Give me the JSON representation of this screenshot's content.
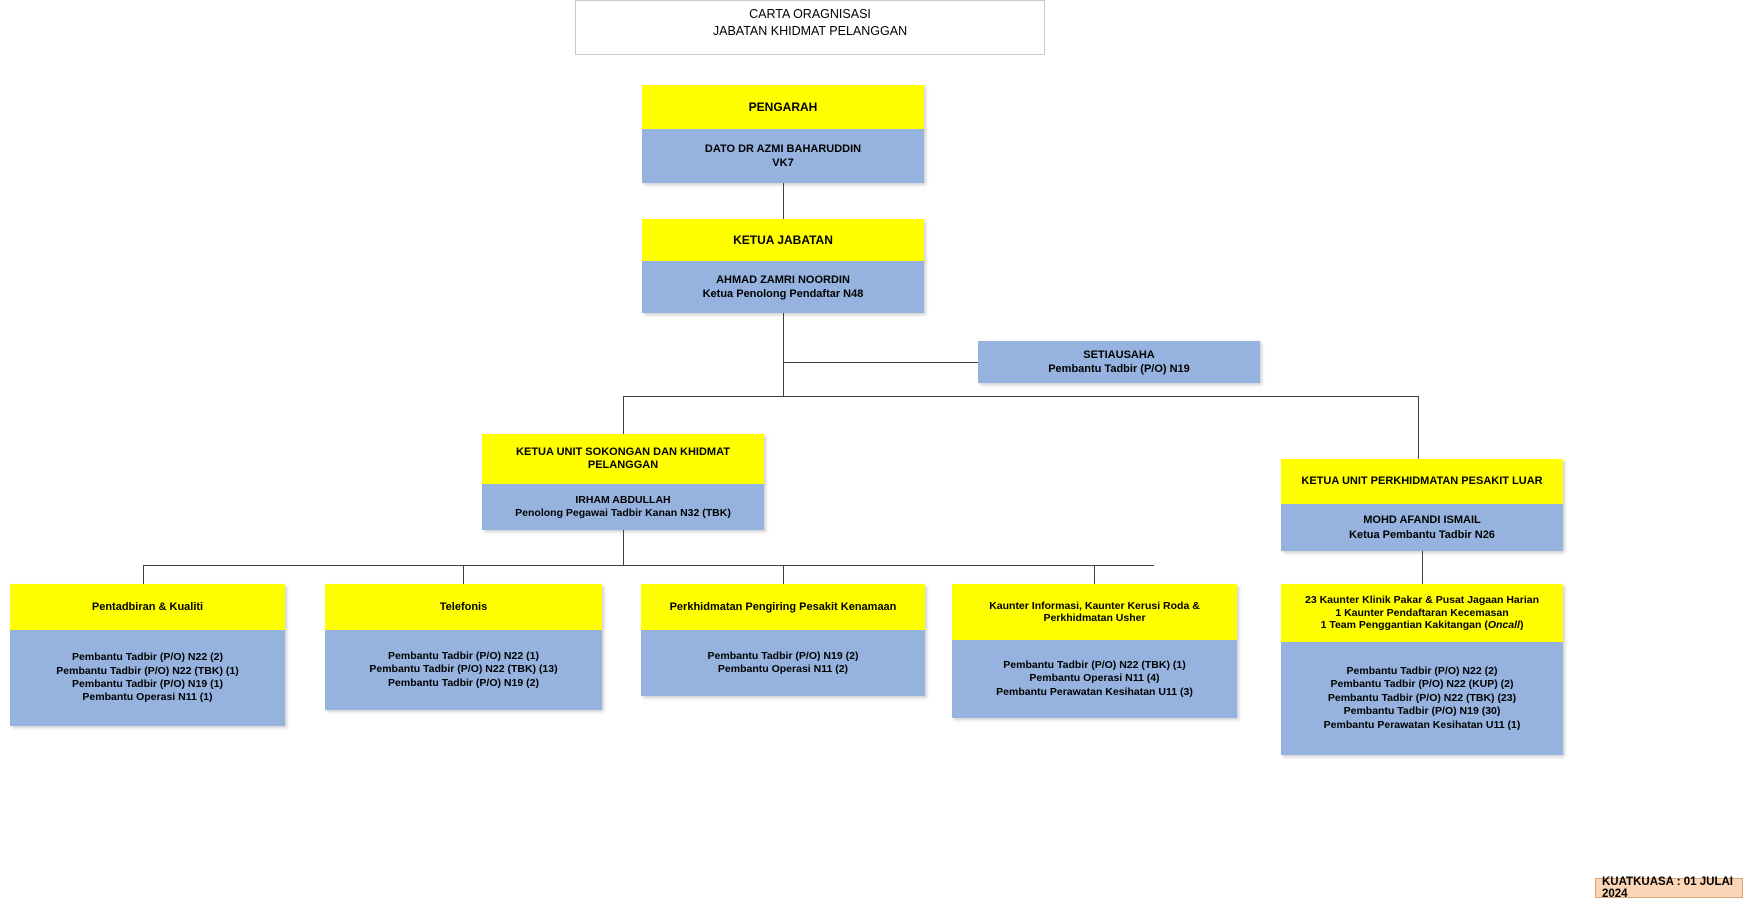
{
  "title_box": {
    "line1": "CARTA ORAGNISASI",
    "line2": "JABATAN KHIDMAT PELANGGAN"
  },
  "nodes": {
    "pengarah": {
      "head": "PENGARAH",
      "body_line1": "DATO DR AZMI BAHARUDDIN",
      "body_line2": "VK7"
    },
    "ketua_jabatan": {
      "head": "KETUA JABATAN",
      "body_line1": "AHMAD ZAMRI NOORDIN",
      "body_line2": "Ketua Penolong Pendaftar N48"
    },
    "setiausaha": {
      "line1": "SETIAUSAHA",
      "line2": "Pembantu Tadbir (P/O) N19"
    },
    "ketua_unit_sokongan": {
      "head_line1": "KETUA UNIT SOKONGAN DAN KHIDMAT",
      "head_line2": "PELANGGAN",
      "body_line1": "IRHAM ABDULLAH",
      "body_line2": "Penolong Pegawai Tadbir Kanan N32 (TBK)"
    },
    "ketua_unit_pesakit_luar": {
      "head": "KETUA UNIT PERKHIDMATAN PESAKIT LUAR",
      "body_line1": "MOHD AFANDI ISMAIL",
      "body_line2": "Ketua Pembantu Tadbir N26"
    },
    "pentadbiran_kualiti": {
      "head": "Pentadbiran & Kualiti",
      "body": [
        "Pembantu Tadbir (P/O) N22 (2)",
        "Pembantu Tadbir (P/O) N22 (TBK) (1)",
        "Pembantu Tadbir (P/O) N19 (1)",
        "Pembantu Operasi N11 (1)"
      ]
    },
    "telefonis": {
      "head": "Telefonis",
      "body": [
        "Pembantu Tadbir (P/O) N22 (1)",
        "Pembantu Tadbir (P/O) N22 (TBK) (13)",
        "Pembantu Tadbir (P/O) N19 (2)"
      ]
    },
    "pengiring_pesakit": {
      "head": "Perkhidmatan Pengiring Pesakit Kenamaan",
      "body": [
        "Pembantu Tadbir (P/O) N19 (2)",
        "Pembantu Operasi N11 (2)"
      ]
    },
    "kaunter_informasi": {
      "head_line1": "Kaunter Informasi, Kaunter Kerusi Roda &",
      "head_line2": "Perkhidmatan Usher",
      "body": [
        "Pembantu Tadbir (P/O) N22 (TBK) (1)",
        "Pembantu Operasi N11 (4)",
        "Pembantu Perawatan Kesihatan U11 (3)"
      ]
    },
    "kaunter_klinik_pakar": {
      "head_line1": "23 Kaunter Klinik Pakar & Pusat Jagaan Harian",
      "head_line2": "1 Kaunter Pendaftaran Kecemasan",
      "head_line3_a": "1 Team Penggantian Kakitangan (",
      "head_line3_b": "Oncall",
      "head_line3_c": ")",
      "body": [
        "Pembantu Tadbir (P/O) N22 (2)",
        "Pembantu Tadbir (P/O) N22 (KUP) (2)",
        "Pembantu Tadbir (P/O) N22 (TBK) (23)",
        "Pembantu Tadbir (P/O) N19 (30)",
        "Pembantu Perawatan Kesihatan U11 (1)"
      ]
    }
  },
  "footer": {
    "stamp": "KUATKUASA : 01 JULAI 2024"
  },
  "colors": {
    "header_yellow": "#ffff00",
    "body_blue": "#95b3de",
    "stamp_peach": "#fbd5b5",
    "connector": "#404040"
  }
}
